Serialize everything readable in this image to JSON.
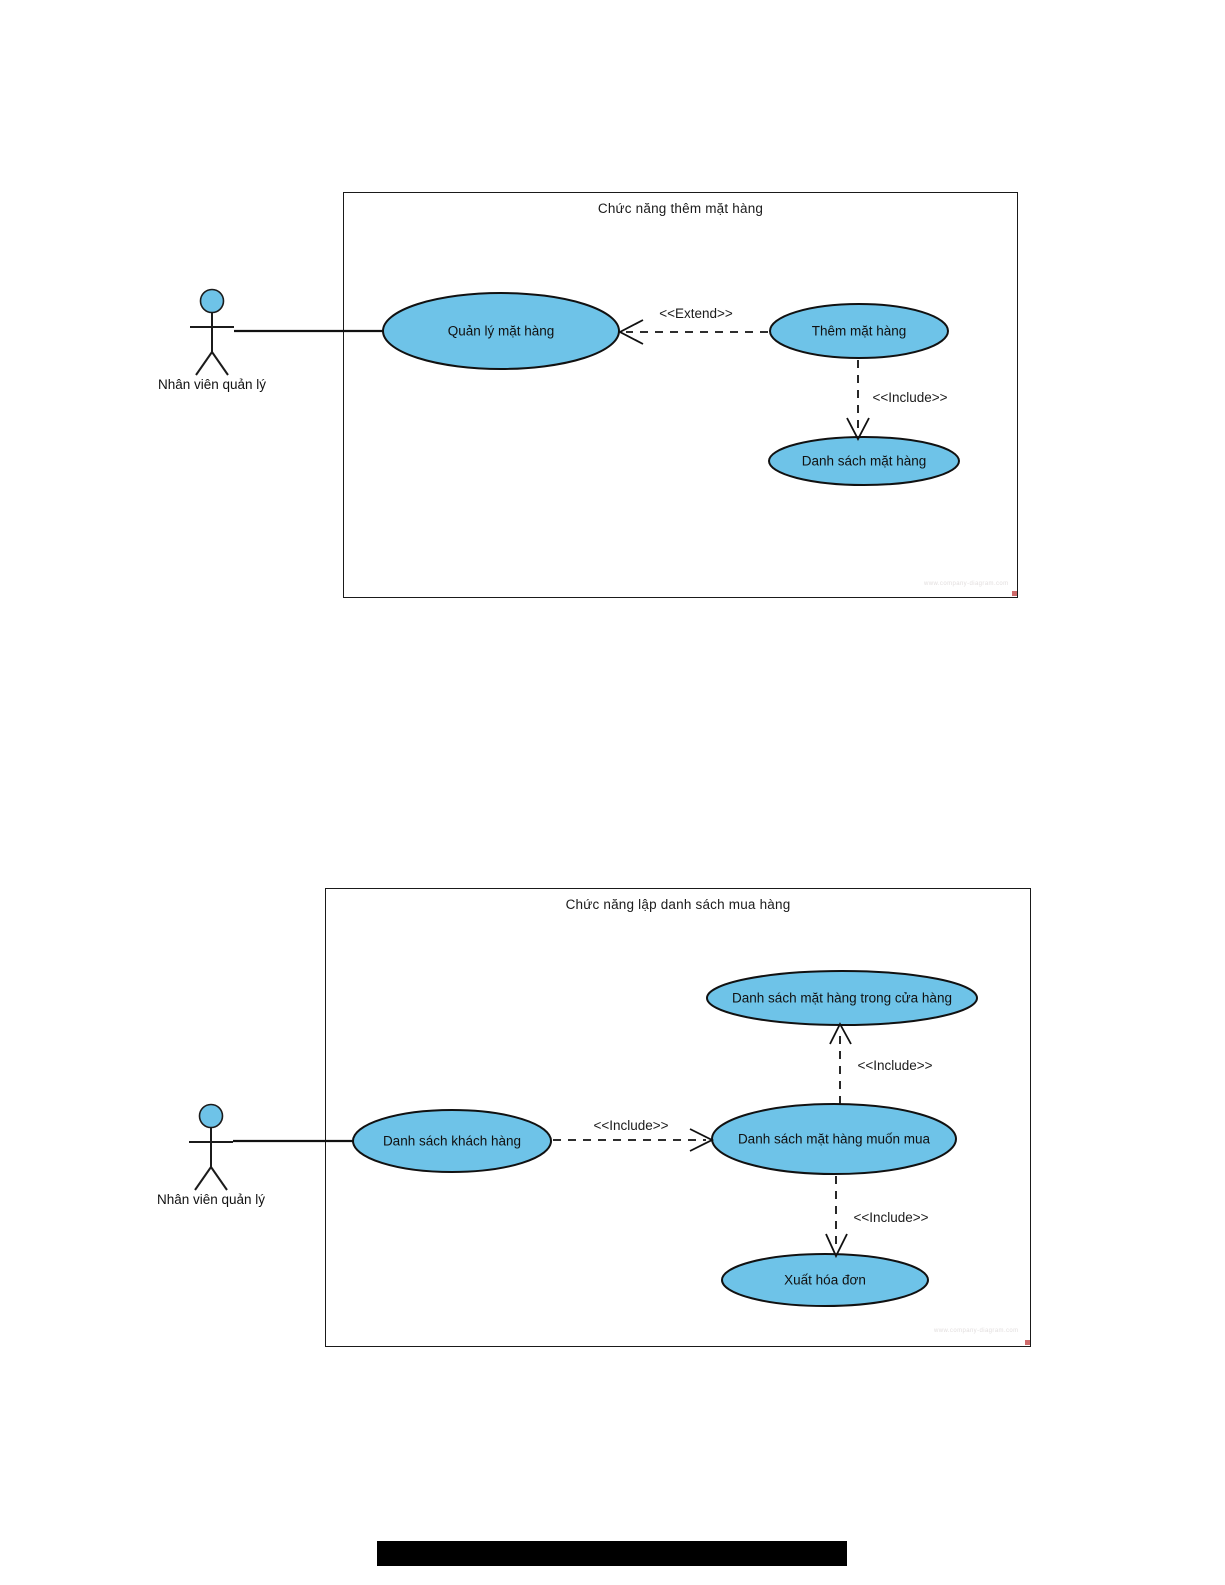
{
  "document": {
    "page_background": "#ffffff",
    "accent_fill": "#6ec3e8",
    "stroke_color": "#111111"
  },
  "diagrams": [
    {
      "id": "diagram-add-item",
      "title": "Chức năng thêm mặt hàng",
      "actor": {
        "name": "Nhân viên quản lý",
        "icon": "actor-stick-figure"
      },
      "use_cases": [
        {
          "id": "uc-quan-ly-mat-hang",
          "label": "Quản lý mặt hàng"
        },
        {
          "id": "uc-them-mat-hang",
          "label": "Thêm mặt hàng"
        },
        {
          "id": "uc-danh-sach-mat-hang",
          "label": "Danh sách mặt hàng"
        }
      ],
      "relations": [
        {
          "id": "rel-actor-assoc",
          "label": "",
          "type": "association",
          "from": "Nhân viên quản lý",
          "to": "Quản lý mặt hàng"
        },
        {
          "id": "rel-extend-1",
          "label": "<<Extend>>",
          "type": "extend",
          "from": "Thêm mặt hàng",
          "to": "Quản lý mặt hàng"
        },
        {
          "id": "rel-include-1",
          "label": "<<Include>>",
          "type": "include",
          "from": "Thêm mặt hàng",
          "to": "Danh sách mặt hàng"
        }
      ]
    },
    {
      "id": "diagram-purchase-list",
      "title": "Chức năng lập danh sách mua hàng",
      "actor": {
        "name": "Nhân viên quản lý",
        "icon": "actor-stick-figure"
      },
      "use_cases": [
        {
          "id": "uc-danh-sach-khach-hang",
          "label": "Danh sách khách hàng"
        },
        {
          "id": "uc-danh-sach-mat-hang-muon-mua",
          "label": "Danh sách mặt hàng muốn mua"
        },
        {
          "id": "uc-danh-sach-mat-hang-trong-cua-hang",
          "label": "Danh sách mặt hàng trong cửa hàng"
        },
        {
          "id": "uc-xuat-hoa-don",
          "label": "Xuất hóa đơn"
        }
      ],
      "relations": [
        {
          "id": "rel-actor-assoc-2",
          "label": "",
          "type": "association",
          "from": "Nhân viên quản lý",
          "to": "Danh sách khách hàng"
        },
        {
          "id": "rel-include-2",
          "label": "<<Include>>",
          "type": "include",
          "from": "Danh sách khách hàng",
          "to": "Danh sách mặt hàng muốn mua"
        },
        {
          "id": "rel-include-3",
          "label": "<<Include>>",
          "type": "include",
          "from": "Danh sách mặt hàng muốn mua",
          "to": "Danh sách mặt hàng trong cửa hàng"
        },
        {
          "id": "rel-include-4",
          "label": "<<Include>>",
          "type": "include",
          "from": "Danh sách mặt hàng muốn mua",
          "to": "Xuất hóa đơn"
        }
      ]
    }
  ]
}
